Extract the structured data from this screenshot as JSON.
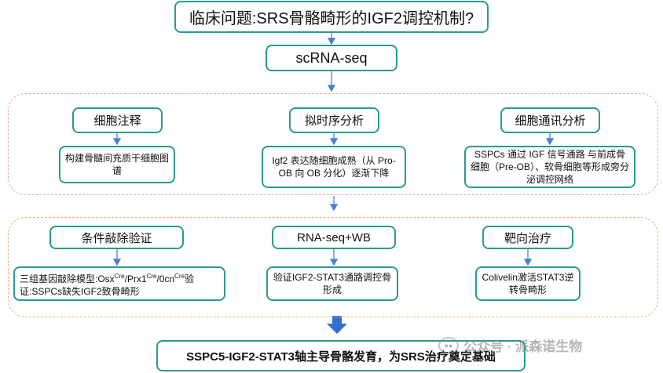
{
  "title": "临床问题:SRS骨骼畸形的IGF2调控机制?",
  "method": "scRNA-seq",
  "analysis": [
    {
      "label": "细胞注释",
      "detail": "构建骨髓间充质干细胞图谱"
    },
    {
      "label": "拟时序分析",
      "detail": "Igf2 表达随细胞成熟（从 Pro-OB 向 OB 分化）逐渐下降"
    },
    {
      "label": "细胞通讯分析",
      "detail": "SSPCs 通过 IGF 信号通路 与前成骨细胞（Pre-OB）、软骨细胞等形成旁分泌调控网络"
    }
  ],
  "validation": [
    {
      "label": "条件敲除验证",
      "detail_prefix": "三组基因敲除模型:Osx",
      "detail_suffix": "验证:SSPCs缺失IGF2致骨畸形",
      "sup": "Cre",
      "mid1": "/Prx1",
      "mid2": "/0cn"
    },
    {
      "label": "RNA-seq+WB",
      "detail": "验证IGF2-STAT3通路调控骨形成"
    },
    {
      "label": "靶向治疗",
      "detail": "Colivelin激活STAT3逆转骨畸形"
    }
  ],
  "conclusion": "SSPC5-IGF2-STAT3轴主导骨骼发育，为SRS治疗奠定基础",
  "watermark": "公众号 · 派森诺生物",
  "colors": {
    "box_border": "#2a9a8f",
    "arrow": "#4a7fd0",
    "big_arrow": "#2e6fd0",
    "group1": "#f3a6ad",
    "group2": "#f2b06a"
  }
}
